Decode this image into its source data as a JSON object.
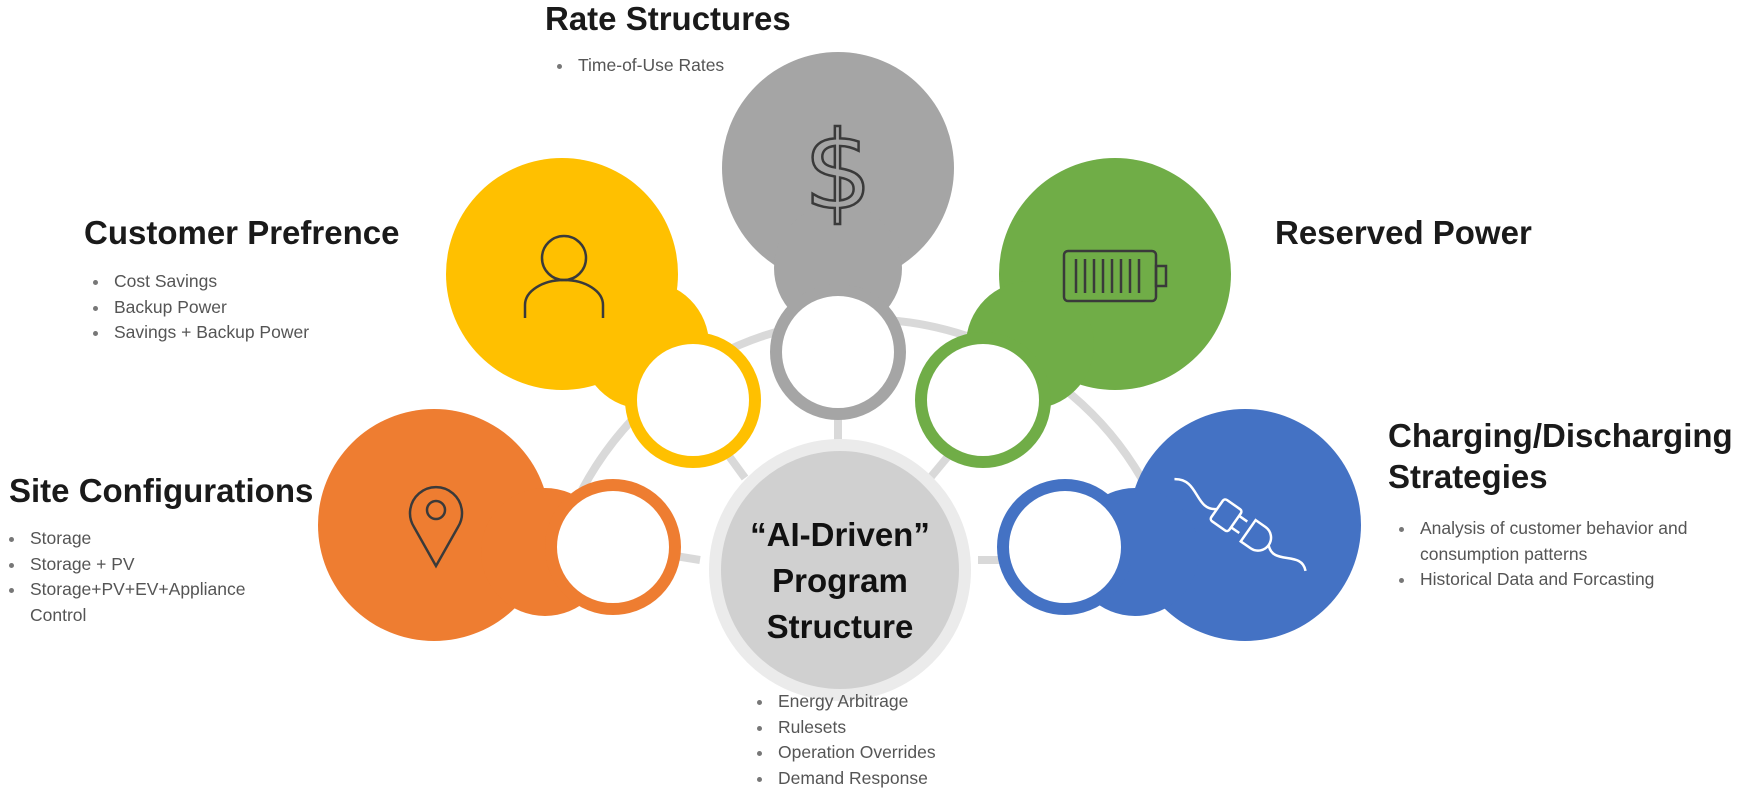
{
  "center": {
    "title": "“AI-Driven”\nProgram\nStructure",
    "items": [
      "Energy Arbitrage",
      "Rulesets",
      "Operation Overrides",
      "Demand Response"
    ]
  },
  "site": {
    "title": "Site Configurations",
    "icon": "location-pin-icon",
    "color": "#ee7d31",
    "items": [
      "Storage",
      "Storage + PV",
      "Storage+PV+EV+Appliance Control"
    ]
  },
  "customer": {
    "title": "Customer Prefrence",
    "icon": "person-icon",
    "color": "#ffc000",
    "items": [
      "Cost Savings",
      "Backup Power",
      "Savings + Backup Power"
    ]
  },
  "rate": {
    "title": "Rate Structures",
    "icon": "dollar-icon",
    "color": "#a5a5a5",
    "items": [
      "Time-of-Use Rates"
    ]
  },
  "reserved": {
    "title": "Reserved Power",
    "icon": "battery-icon",
    "color": "#70ad47",
    "items": []
  },
  "charging": {
    "title": "Charging/Discharging Strategies",
    "icon": "plug-icon",
    "color": "#4472c4",
    "items": [
      "Analysis of customer behavior and consumption patterns",
      "Historical Data and Forcasting"
    ]
  },
  "colors": {
    "connector": "#d9d9d9",
    "center_fill": "#d0d0d0",
    "center_ring": "#e8e8e8"
  }
}
